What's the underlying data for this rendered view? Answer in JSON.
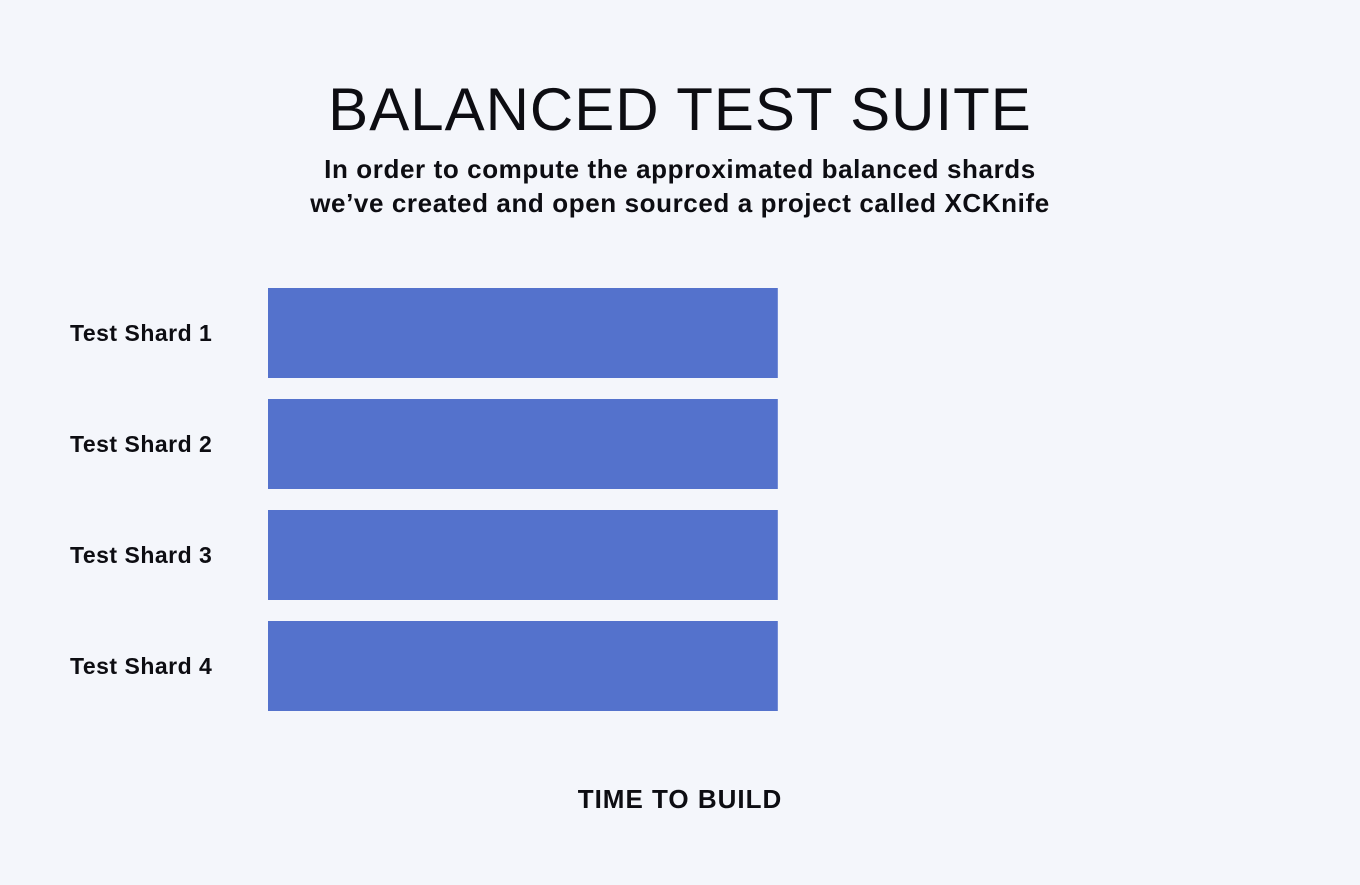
{
  "chart_data": {
    "type": "bar",
    "orientation": "horizontal",
    "title": "BALANCED TEST SUITE",
    "subtitle": [
      "In order to compute the approximated balanced shards",
      "we’ve created and open sourced a project called XCKnife"
    ],
    "categories": [
      "Test Shard 1",
      "Test Shard 2",
      "Test Shard 3",
      "Test Shard 4"
    ],
    "values": [
      1,
      1,
      1,
      1
    ],
    "xlabel": "TIME TO BUILD",
    "ylabel": "",
    "xlim": [
      0,
      2.05
    ],
    "grid": false,
    "bar_color": "#5472cc"
  }
}
